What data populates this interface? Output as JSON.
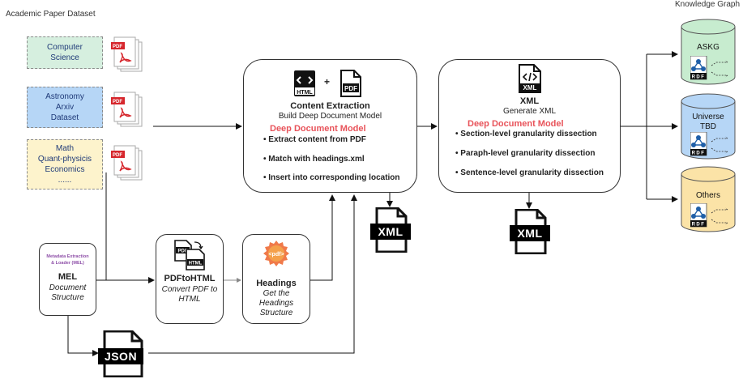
{
  "labels": {
    "dataset_title": "Academic Paper Dataset",
    "kg_title": "Knowledge Graph"
  },
  "sources": [
    {
      "text": "Computer\nScience",
      "color": "#d6efdf"
    },
    {
      "text": "Astronomy\nArxiv\nDataset",
      "color": "#b6d6f6"
    },
    {
      "text": "Math\nQuant-physicis\nEconomics\n......",
      "color": "#fdf3cc"
    }
  ],
  "pdf_icon_text": "PDF",
  "content_extraction": {
    "icon_html": "HTML",
    "icon_pdf": "PDF",
    "plus": "+",
    "title": "Content Extraction",
    "subtitle": "Build Deep Document Model",
    "ddm_label": "Deep Document Model",
    "bullets": [
      "Extract content from PDF",
      "Match with headings.xml",
      "Insert into corresponding location"
    ]
  },
  "xml_box": {
    "icon_text": "XML",
    "title": "XML",
    "subtitle": "Generate XML",
    "ddm_label": "Deep Document Model",
    "bullets": [
      "Section-level granularity dissection",
      "Paraph-level granularity dissection",
      "Sentence-level granularity dissection"
    ]
  },
  "mel": {
    "logo_text": "Metadata Extraction\n& Loader (MEL)",
    "title": "MEL",
    "subtitle": "Document\nStructure"
  },
  "pdftohtml": {
    "icon_pdf": "PDF",
    "icon_html": "HTML",
    "title": "PDFtoHTML",
    "subtitle": "Convert PDF to\nHTML"
  },
  "headings": {
    "icon_text": "<pdf>",
    "title": "Headings",
    "subtitle": "Get the\nHeadings\nStructure"
  },
  "xml_output": "XML",
  "json_output": "JSON",
  "knowledge_graphs": [
    {
      "label": "ASKG",
      "color": "#c7eccf"
    },
    {
      "label": "Universe\nTBD",
      "color": "#b6d6f6"
    },
    {
      "label": "Others",
      "color": "#fbe3a7"
    }
  ],
  "rdf_text": "RDF"
}
